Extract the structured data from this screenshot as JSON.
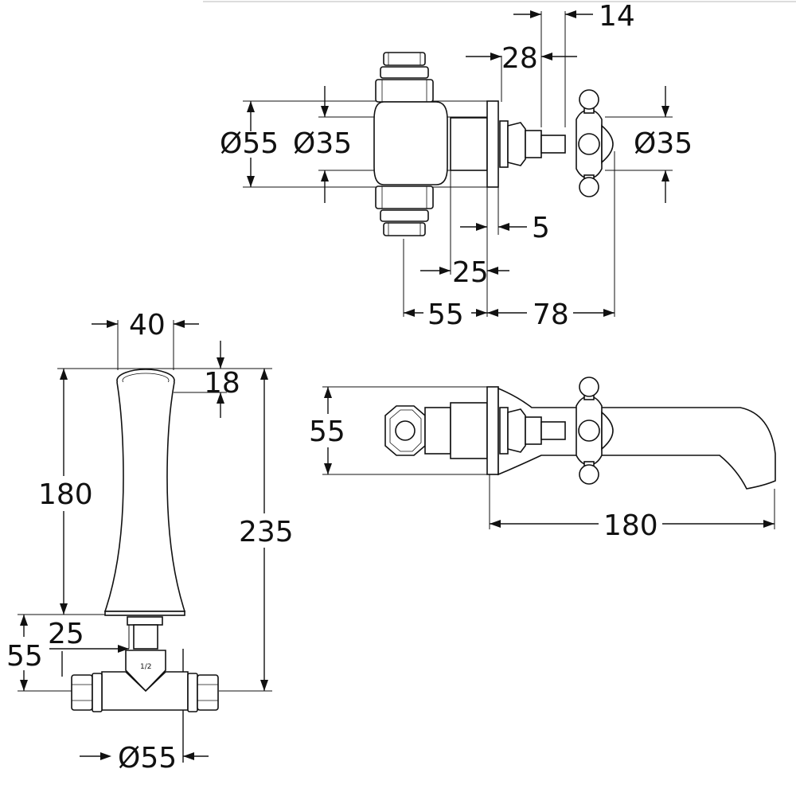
{
  "diagram": {
    "top_view": {
      "dim_14": "14",
      "dim_28": "28",
      "dim_phi55": "Ø55",
      "dim_phi35_left": "Ø35",
      "dim_phi35_right": "Ø35",
      "dim_5": "5",
      "dim_25": "25",
      "dim_55": "55",
      "dim_78": "78"
    },
    "spout_view": {
      "dim_40": "40",
      "dim_18": "18",
      "dim_180": "180",
      "dim_235": "235",
      "dim_25": "25",
      "dim_55": "55",
      "dim_phi55": "Ø55",
      "thread_label": "1/2"
    },
    "side_view": {
      "dim_55": "55",
      "dim_180": "180"
    }
  }
}
